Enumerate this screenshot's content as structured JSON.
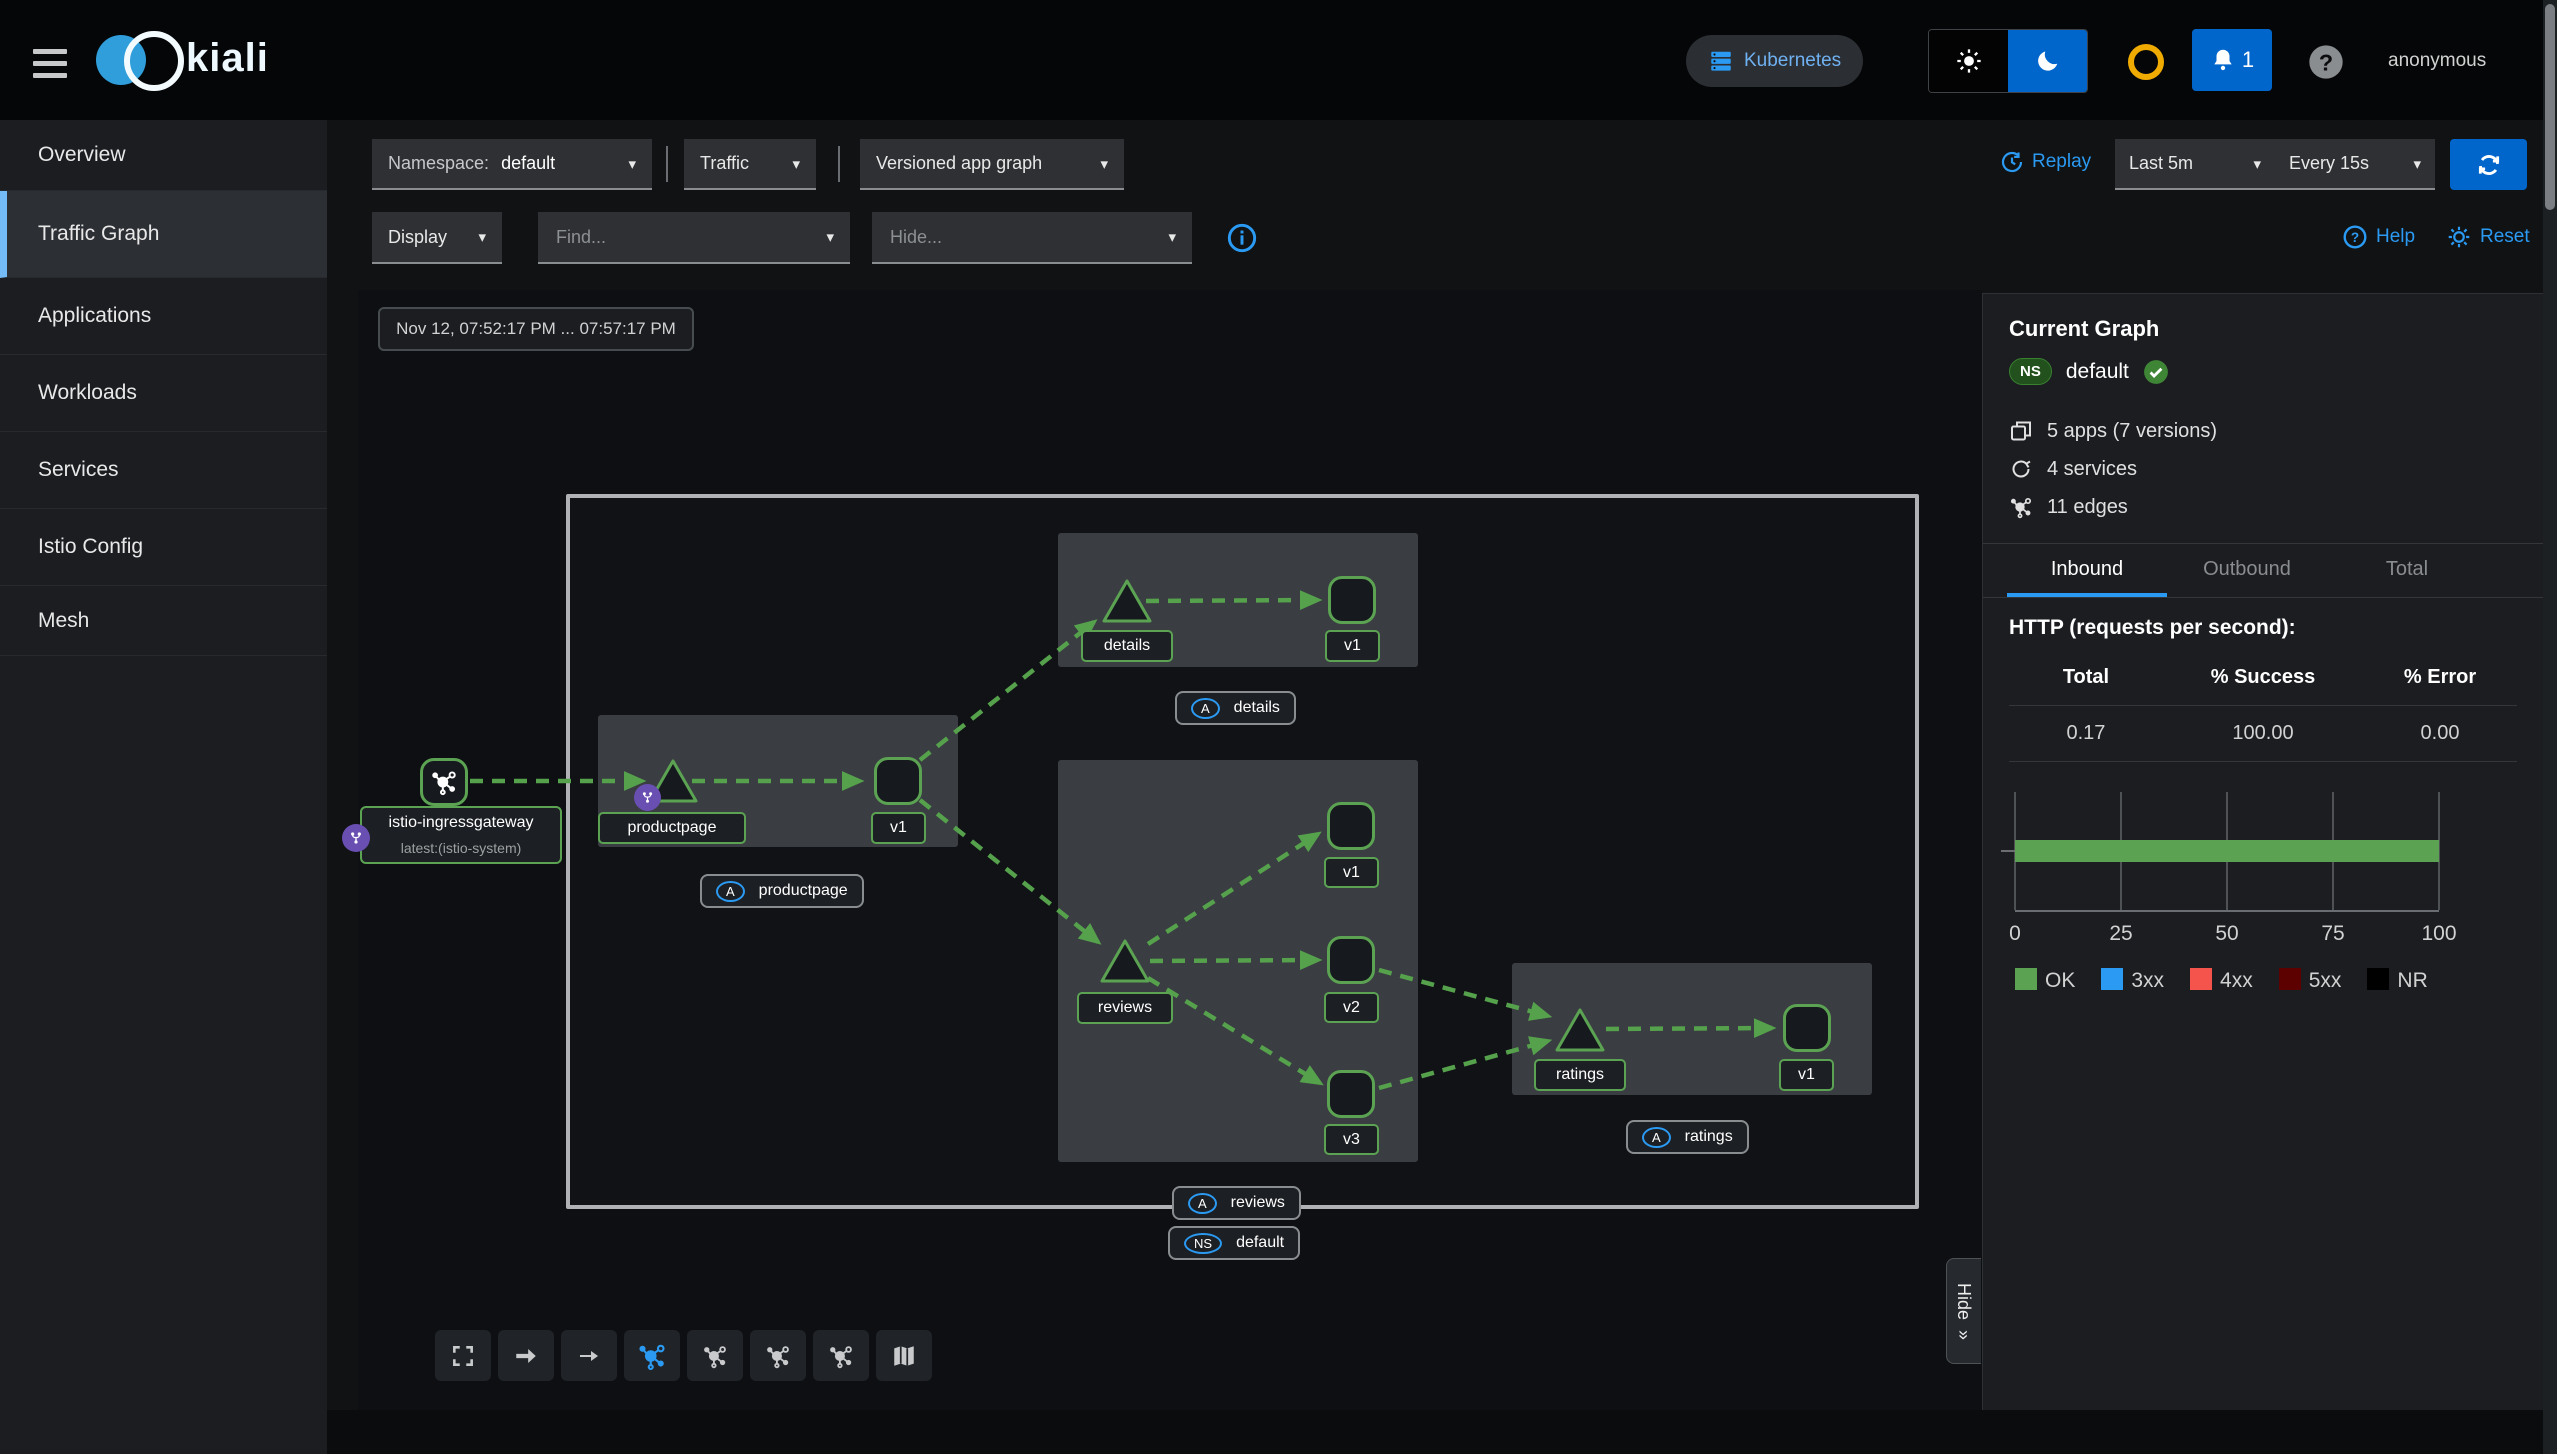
{
  "masthead": {
    "brand": "kiali",
    "cluster": "Kubernetes",
    "notifications": "1",
    "user": "anonymous"
  },
  "sidebar": {
    "items": [
      {
        "label": "Overview"
      },
      {
        "label": "Traffic Graph"
      },
      {
        "label": "Applications"
      },
      {
        "label": "Workloads"
      },
      {
        "label": "Services"
      },
      {
        "label": "Istio Config"
      },
      {
        "label": "Mesh"
      }
    ]
  },
  "toolbar": {
    "namespace_label": "Namespace:",
    "namespace_value": "default",
    "traffic": "Traffic",
    "graph_type": "Versioned app graph",
    "replay": "Replay",
    "duration": "Last 5m",
    "interval": "Every 15s",
    "display": "Display",
    "find_placeholder": "Find...",
    "hide_placeholder": "Hide...",
    "help": "Help",
    "reset": "Reset"
  },
  "graph": {
    "time_range": "Nov 12, 07:52:17 PM ... 07:57:17 PM",
    "hide_label": "Hide",
    "gateway": {
      "label": "istio-ingressgateway",
      "sublabel": "latest:(istio-system)"
    },
    "nodes": {
      "details": {
        "app": "details",
        "version": "v1"
      },
      "productpage": {
        "app": "productpage",
        "version": "v1"
      },
      "reviews": {
        "app": "reviews",
        "v1": "v1",
        "v2": "v2",
        "v3": "v3"
      },
      "ratings": {
        "app": "ratings",
        "version": "v1"
      }
    },
    "badges": {
      "app_abbr": "A",
      "ns_abbr": "NS",
      "details": "details",
      "productpage": "productpage",
      "reviews": "reviews",
      "ratings": "ratings",
      "namespace": "default"
    },
    "edges": [
      [
        "istio-ingressgateway",
        "productpage"
      ],
      [
        "productpage",
        "productpage-v1"
      ],
      [
        "productpage-v1",
        "details"
      ],
      [
        "details",
        "details-v1"
      ],
      [
        "productpage-v1",
        "reviews"
      ],
      [
        "reviews",
        "reviews-v1"
      ],
      [
        "reviews",
        "reviews-v2"
      ],
      [
        "reviews",
        "reviews-v3"
      ],
      [
        "reviews-v2",
        "ratings"
      ],
      [
        "reviews-v3",
        "ratings"
      ],
      [
        "ratings",
        "ratings-v1"
      ]
    ]
  },
  "panel": {
    "title": "Current Graph",
    "ns_badge": "NS",
    "namespace": "default",
    "stats": [
      {
        "text": "5 apps (7 versions)"
      },
      {
        "text": "4 services"
      },
      {
        "text": "11 edges"
      }
    ],
    "tabs": [
      {
        "label": "Inbound"
      },
      {
        "label": "Outbound"
      },
      {
        "label": "Total"
      }
    ],
    "http_title": "HTTP (requests per second):",
    "table": {
      "headers": [
        "Total",
        "% Success",
        "% Error"
      ],
      "row": [
        "0.17",
        "100.00",
        "0.00"
      ]
    }
  },
  "chart_data": {
    "type": "bar",
    "orientation": "horizontal",
    "stacked": true,
    "xlabel": "",
    "ylabel": "",
    "xlim": [
      0,
      100
    ],
    "xticks": [
      0,
      25,
      50,
      75,
      100
    ],
    "grid": true,
    "legend_position": "bottom",
    "series": [
      {
        "name": "OK",
        "value": 100,
        "color": "#5ba352"
      },
      {
        "name": "3xx",
        "value": 0,
        "color": "#2b9af3"
      },
      {
        "name": "4xx",
        "value": 0,
        "color": "#f4544c"
      },
      {
        "name": "5xx",
        "value": 0,
        "color": "#5c0000"
      },
      {
        "name": "NR",
        "value": 0,
        "color": "#000000"
      }
    ]
  }
}
